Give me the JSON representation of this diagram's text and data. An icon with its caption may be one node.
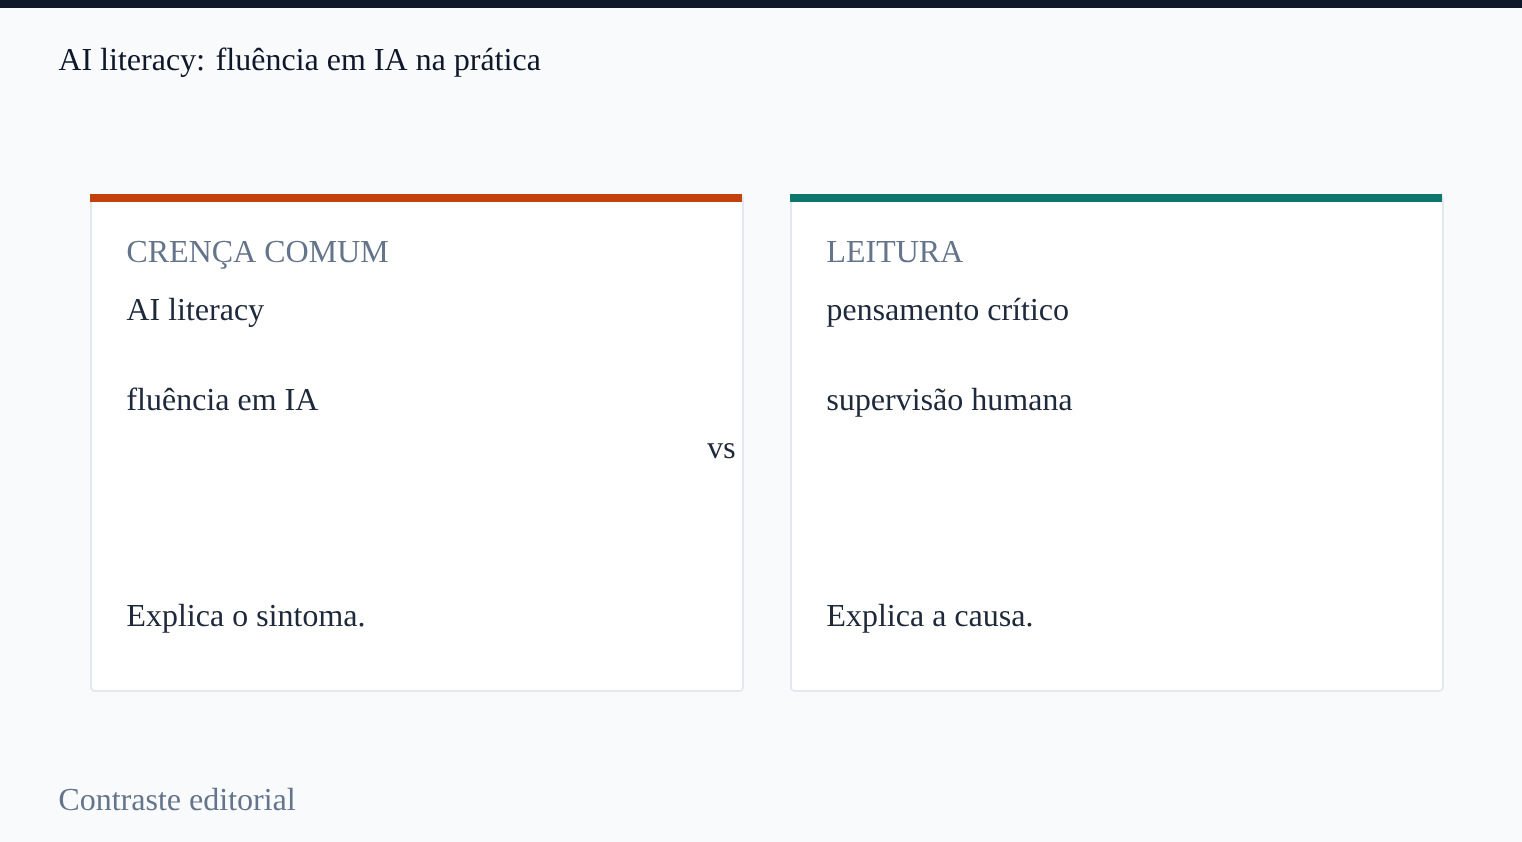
{
  "diagram": {
    "title": "AI literacy: fluência em IA na prática",
    "caption": "Contraste editorial",
    "nodes": [
      {
        "text": [
          "CRENÇA COMUM",
          "AI literacy",
          "fluência em IA",
          "Explica o sintoma."
        ]
      },
      {
        "text": [
          "LEITURA",
          "pensamento crítico",
          "supervisão humana",
          "Explica a causa."
        ]
      }
    ],
    "labels": [
      "vs"
    ]
  }
}
